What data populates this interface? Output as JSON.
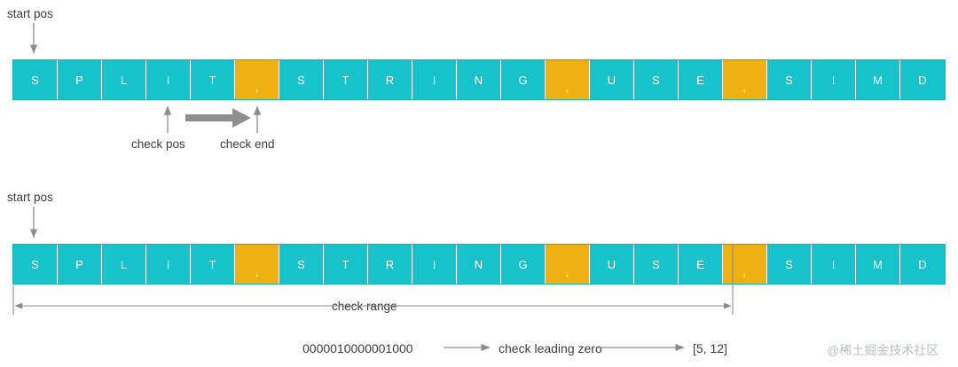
{
  "diagram": {
    "type": "algorithm-illustration",
    "rows": [
      {
        "id": "row1",
        "cells": [
          {
            "char": "S",
            "kind": "char"
          },
          {
            "char": "P",
            "kind": "char"
          },
          {
            "char": "L",
            "kind": "char"
          },
          {
            "char": "I",
            "kind": "char"
          },
          {
            "char": "T",
            "kind": "char"
          },
          {
            "char": ",",
            "kind": "sep"
          },
          {
            "char": "S",
            "kind": "char"
          },
          {
            "char": "T",
            "kind": "char"
          },
          {
            "char": "R",
            "kind": "char"
          },
          {
            "char": "I",
            "kind": "char"
          },
          {
            "char": "N",
            "kind": "char"
          },
          {
            "char": "G",
            "kind": "char"
          },
          {
            "char": ",",
            "kind": "sep"
          },
          {
            "char": "U",
            "kind": "char"
          },
          {
            "char": "S",
            "kind": "char"
          },
          {
            "char": "E",
            "kind": "char"
          },
          {
            "char": ",",
            "kind": "sep"
          },
          {
            "char": "S",
            "kind": "char"
          },
          {
            "char": "I",
            "kind": "char"
          },
          {
            "char": "M",
            "kind": "char"
          },
          {
            "char": "D",
            "kind": "char"
          }
        ],
        "labels": {
          "start_pos": "start pos",
          "check_pos": "check pos",
          "check_end": "check end"
        }
      },
      {
        "id": "row2",
        "cells": [
          {
            "char": "S",
            "kind": "char"
          },
          {
            "char": "P",
            "kind": "char"
          },
          {
            "char": "L",
            "kind": "char"
          },
          {
            "char": "I",
            "kind": "char"
          },
          {
            "char": "T",
            "kind": "char"
          },
          {
            "char": ",",
            "kind": "sep"
          },
          {
            "char": "S",
            "kind": "char"
          },
          {
            "char": "T",
            "kind": "char"
          },
          {
            "char": "R",
            "kind": "char"
          },
          {
            "char": "I",
            "kind": "char"
          },
          {
            "char": "N",
            "kind": "char"
          },
          {
            "char": "G",
            "kind": "char"
          },
          {
            "char": ",",
            "kind": "sep"
          },
          {
            "char": "U",
            "kind": "char"
          },
          {
            "char": "S",
            "kind": "char"
          },
          {
            "char": "E",
            "kind": "char"
          },
          {
            "char": ",",
            "kind": "sep"
          },
          {
            "char": "S",
            "kind": "char"
          },
          {
            "char": "I",
            "kind": "char"
          },
          {
            "char": "M",
            "kind": "char"
          },
          {
            "char": "D",
            "kind": "char"
          }
        ],
        "labels": {
          "start_pos": "start pos",
          "check_range": "check range"
        }
      }
    ],
    "bottom_flow": {
      "bitmask": "0000010000001000",
      "operation": "check leading zero",
      "result": "[5, 12]"
    },
    "watermark": "@稀土掘金技术社区",
    "colors": {
      "cell_fill": "#17c3cb",
      "separator_fill": "#eeb111",
      "arrow_gray": "#8c8c8c",
      "thick_arrow_gray": "#8f8f8f",
      "text": "#3c3c3c",
      "watermark": "#b9bfc6"
    }
  }
}
